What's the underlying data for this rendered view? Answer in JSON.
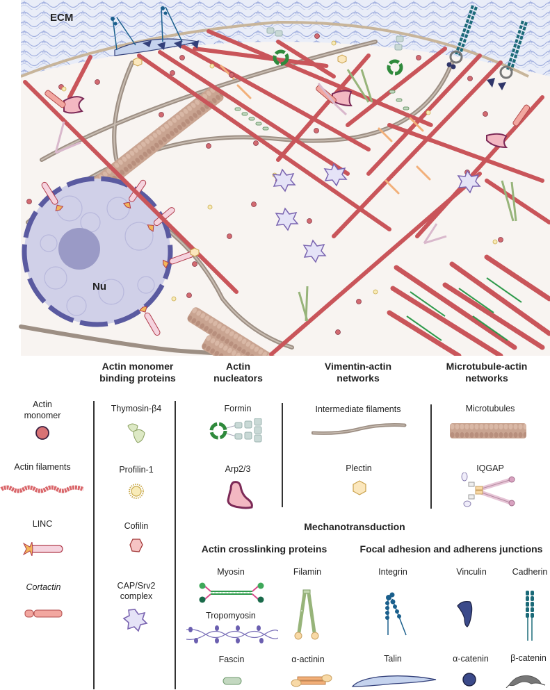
{
  "scene": {
    "ecm_label": "ECM",
    "nucleus_label": "Nu"
  },
  "legend": {
    "col1": {
      "items": [
        {
          "label_line1": "Actin",
          "label_line2": "monomer",
          "icon": "actin-monomer-icon"
        },
        {
          "label": "Actin filaments",
          "icon": "actin-filament-icon"
        },
        {
          "label": "LINC",
          "icon": "linc-icon"
        },
        {
          "label": "Cortactin",
          "icon": "cortactin-icon"
        }
      ]
    },
    "col2": {
      "header_line1": "Actin monomer",
      "header_line2": "binding proteins",
      "items": [
        {
          "label": "Thymosin-β4",
          "icon": "thymosin-icon"
        },
        {
          "label": "Profilin-1",
          "icon": "profilin-icon"
        },
        {
          "label": "Cofilin",
          "icon": "cofilin-icon"
        },
        {
          "label_line1": "CAP/Srv2",
          "label_line2": "complex",
          "icon": "cap-srv2-icon"
        }
      ]
    },
    "col3": {
      "header_line1": "Actin",
      "header_line2": "nucleators",
      "items": [
        {
          "label": "Formin",
          "icon": "formin-icon"
        },
        {
          "label": "Arp2/3",
          "icon": "arp23-icon"
        }
      ]
    },
    "col4": {
      "header_line1": "Vimentin-actin",
      "header_line2": "networks",
      "items": [
        {
          "label": "Intermediate filaments",
          "icon": "intermediate-filament-icon"
        },
        {
          "label": "Plectin",
          "icon": "plectin-icon"
        }
      ]
    },
    "col5": {
      "header_line1": "Microtubule-actin",
      "header_line2": "networks",
      "items": [
        {
          "label": "Microtubules",
          "icon": "microtubule-icon"
        },
        {
          "label": "IQGAP",
          "icon": "iqgap-icon"
        }
      ]
    },
    "mechano": {
      "header": "Mechanotransduction",
      "crosslinking": {
        "header": "Actin crosslinking proteins",
        "items": [
          {
            "label": "Myosin",
            "icon": "myosin-icon"
          },
          {
            "label": "Filamin",
            "icon": "filamin-icon"
          },
          {
            "label": "Tropomyosin",
            "icon": "tropomyosin-icon"
          },
          {
            "label": "Fascin",
            "icon": "fascin-icon"
          },
          {
            "label": "α-actinin",
            "icon": "alpha-actinin-icon"
          }
        ]
      },
      "adhesion": {
        "header": "Focal adhesion and adherens junctions",
        "items": [
          {
            "label": "Integrin",
            "icon": "integrin-icon"
          },
          {
            "label": "Vinculin",
            "icon": "vinculin-icon"
          },
          {
            "label": "Cadherin",
            "icon": "cadherin-icon"
          },
          {
            "label": "Talin",
            "icon": "talin-icon"
          },
          {
            "label": "α-catenin",
            "icon": "alpha-catenin-icon"
          },
          {
            "label": "β-catenin",
            "icon": "beta-catenin-icon"
          }
        ]
      }
    }
  },
  "colors": {
    "actin": "#c9555a",
    "actin_light": "#e07a7a",
    "membrane": "#c8b59a",
    "cytoplasm": "#f8f4f1",
    "ecm": "#8e9fd6",
    "nucleus_fill": "#d0d0e8",
    "nucleus_border": "#5a5aa0",
    "nucleolus": "#9a9ac6",
    "intermediate": "#9d8f84",
    "microtubule": "#c9a491",
    "formin": "#2f8a3c",
    "arp": "#f3b8c2",
    "arp_border": "#7c2a57",
    "integrin": "#1a5f8c",
    "cadherin": "#1b6a78",
    "vinculin": "#33407a",
    "talin": "#c5d3ee",
    "plectin": "#fbe7bd",
    "profilin": "#f8ebb8",
    "cofilin": "#f6c4c4",
    "cap": "#e5e3f7",
    "cap_border": "#7a64b0",
    "thymosin": "#dde9c5",
    "filamin": "#97b47a",
    "alpha_actinin": "#f2b07a",
    "fascin": "#c3d8c0",
    "myosin": "#2f9a4c",
    "tropomyosin": "#6b5fb0",
    "beta_catenin": "#777777",
    "iqgap": "#e6c4d6"
  }
}
